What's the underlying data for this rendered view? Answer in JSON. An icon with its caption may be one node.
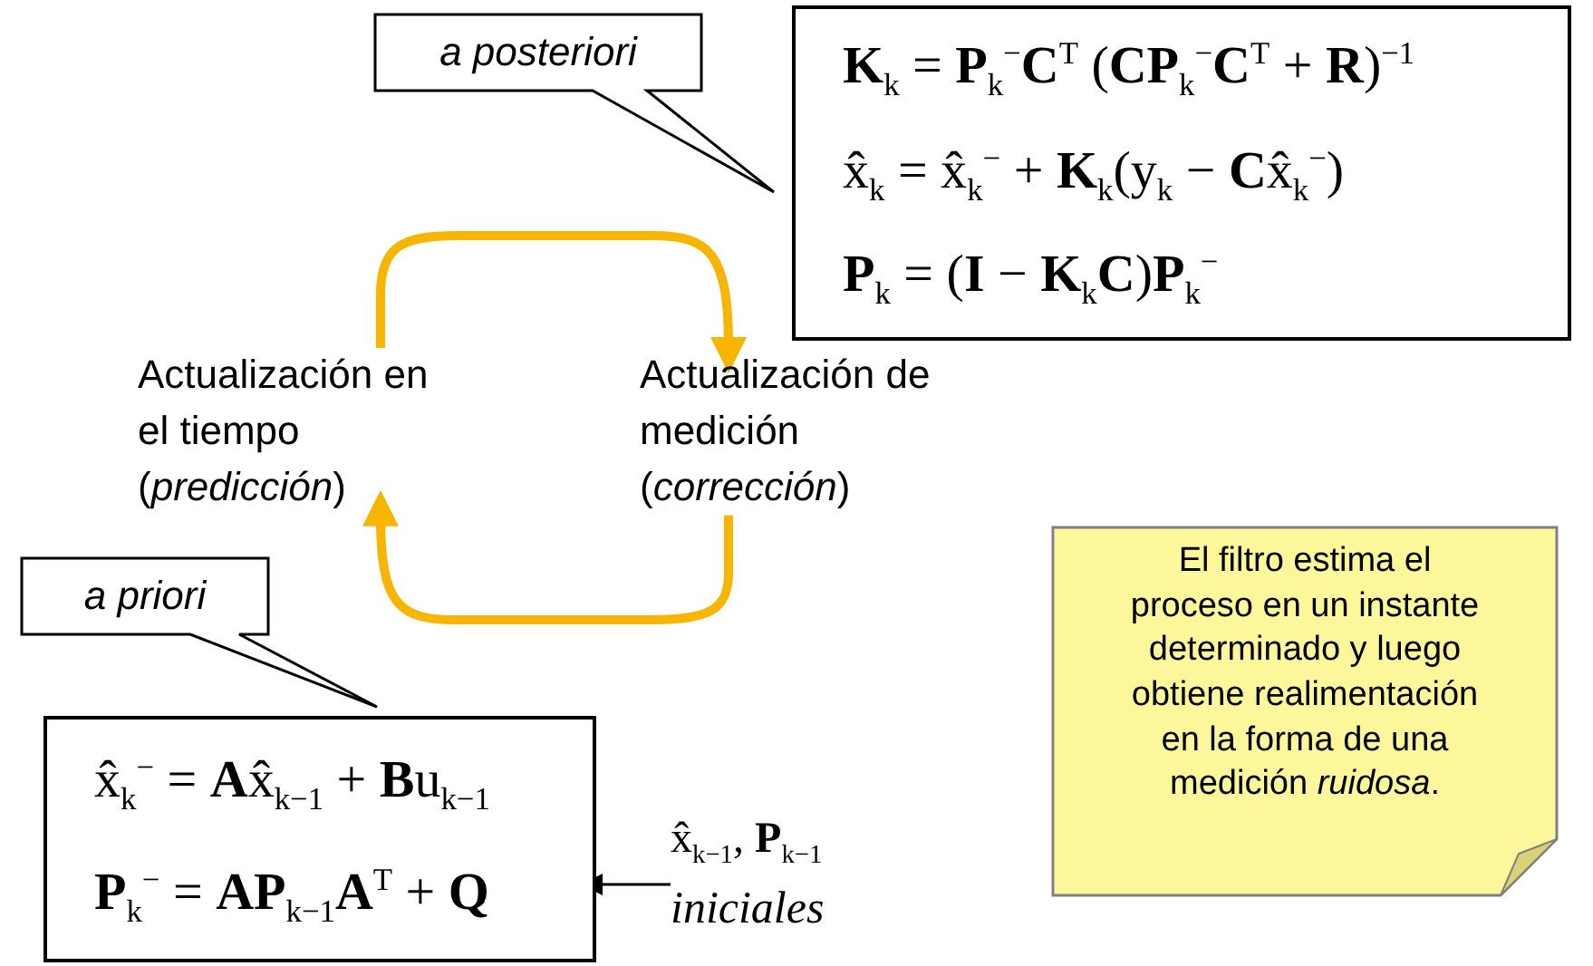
{
  "diagram": {
    "nodes": [
      {
        "text": [
          "a posteriori"
        ]
      },
      {
        "text": [
          "**K**$_{k}$ = **P**$_{k}$$^{−}$**C**$^{T}$ (**CP**$_{k}$$^{−}$**C**$^{T}$ + **R**)$^{−1}$",
          "x̂$_{k}$ = x̂$_{k}$$^{−}$ + **K**$_{k}$(y$_{k}$ − **C**x̂$_{k}$$^{−}$)",
          "**P**$_{k}$ = (**I** − **K**$_{k}$**C**)**P**$_{k}$$^{−}$"
        ]
      },
      {
        "text": [
          "Actualización en el tiempo (*predicción*)"
        ]
      },
      {
        "text": [
          "Actualización de medición (*corrección*)"
        ]
      },
      {
        "text": [
          "a priori"
        ]
      },
      {
        "text": [
          "x̂$_{k}$$^{−}$ = **A**x̂$_{k−1}$ + **B**u$_{k−1}$",
          "**P**$_{k}$$^{−}$ = **AP**$_{k−1}$**A**$^{T}$ + **Q**"
        ]
      },
      {
        "text": [
          "x̂$_{k−1}$, **P**$_{k−1}$",
          "iniciales"
        ]
      },
      {
        "text": [
          "El filtro estima el proceso en un instante determinado y luego obtiene realimentación en la forma de una medición *ruidosa*."
        ]
      }
    ],
    "edges": [
      {
        "from": 2,
        "to": 3,
        "arrow": "to"
      },
      {
        "from": 3,
        "to": 2,
        "arrow": "to"
      },
      {
        "from": 6,
        "to": 5,
        "arrow": "to",
        "color": "#000000"
      }
    ]
  }
}
